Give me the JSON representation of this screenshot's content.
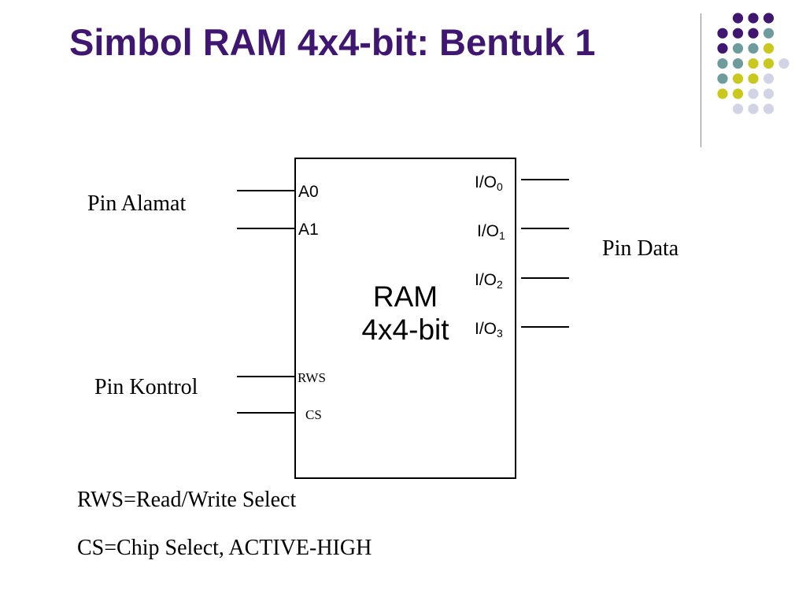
{
  "slide": {
    "title": "Simbol RAM 4x4-bit: Bentuk 1"
  },
  "decoration": {
    "dot_colors": {
      "purple": "#3f1670",
      "teal": "#6e9c9c",
      "yellow": "#c8c81e",
      "lavender": "#d3d3e6"
    }
  },
  "diagram": {
    "chip": {
      "name_line1": "RAM",
      "name_line2": "4x4-bit"
    },
    "groups": {
      "address": "Pin Alamat",
      "control": "Pin Kontrol",
      "data": "Pin Data"
    },
    "address_pins": [
      "A0",
      "A1"
    ],
    "control_pins": [
      "RWS",
      "CS"
    ],
    "data_pins": [
      {
        "base": "I/O",
        "sub": "0"
      },
      {
        "base": "I/O",
        "sub": "1"
      },
      {
        "base": "I/O",
        "sub": "2"
      },
      {
        "base": "I/O",
        "sub": "3"
      }
    ]
  },
  "notes": [
    "RWS=Read/Write Select",
    "CS=Chip Select, ACTIVE-HIGH"
  ]
}
